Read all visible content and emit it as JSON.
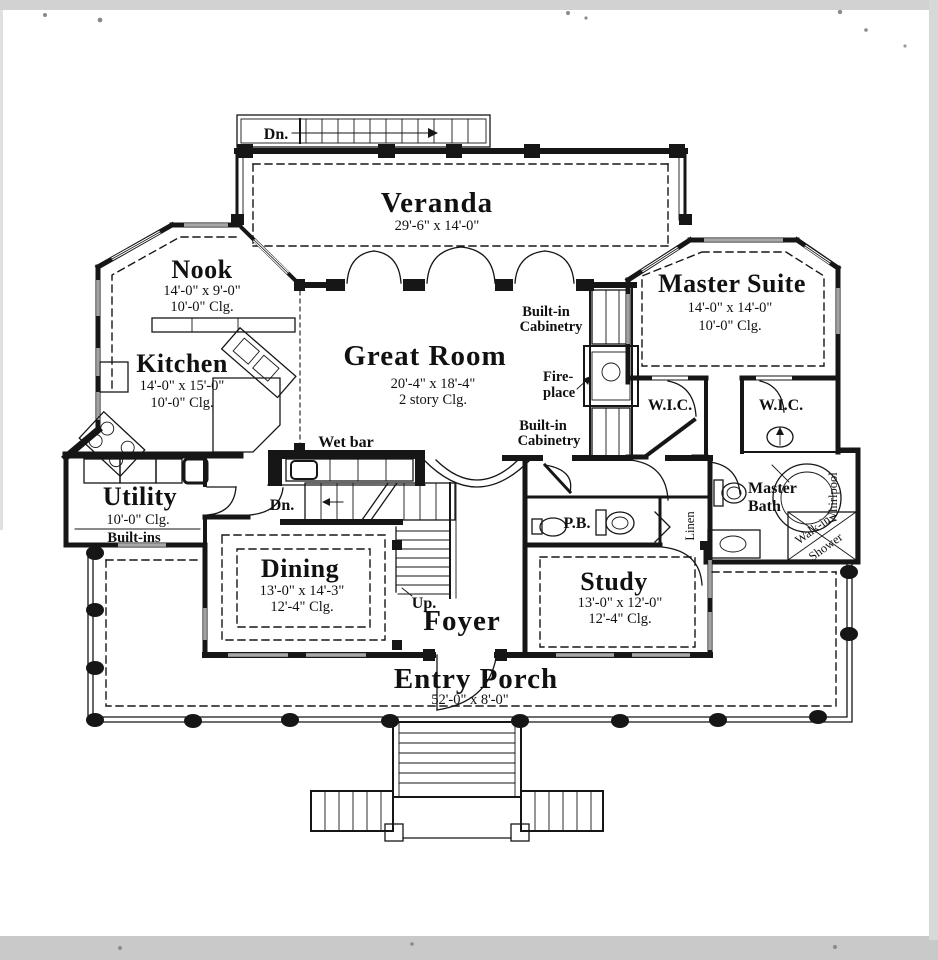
{
  "rooms": {
    "veranda": {
      "name": "Veranda",
      "dims": "29'-6\" x 14'-0\""
    },
    "nook": {
      "name": "Nook",
      "dims": "14'-0\" x 9'-0\"",
      "ceiling": "10'-0\" Clg."
    },
    "kitchen": {
      "name": "Kitchen",
      "dims": "14'-0\" x 15'-0\"",
      "ceiling": "10'-0\" Clg."
    },
    "great_room": {
      "name": "Great Room",
      "dims": "20'-4\" x 18'-4\"",
      "ceiling": "2 story Clg."
    },
    "master_suite": {
      "name": "Master Suite",
      "dims": "14'-0\" x 14'-0\"",
      "ceiling": "10'-0\" Clg."
    },
    "utility": {
      "name": "Utility",
      "ceiling": "10'-0\" Clg.",
      "note": "Built-ins"
    },
    "dining": {
      "name": "Dining",
      "dims": "13'-0\" x 14'-3\"",
      "ceiling": "12'-4\" Clg."
    },
    "study": {
      "name": "Study",
      "dims": "13'-0\" x 12'-0\"",
      "ceiling": "12'-4\" Clg."
    },
    "foyer": {
      "name": "Foyer"
    },
    "entry_porch": {
      "name": "Entry Porch",
      "dims": "52'-0\" x 8'-0\""
    },
    "master_bath": {
      "line1": "Master",
      "line2": "Bath"
    },
    "powder_bath": {
      "name": "P.B."
    }
  },
  "closets": {
    "wic_left": "W.I.C.",
    "wic_right": "W.I.C.",
    "linen": "Linen"
  },
  "features": {
    "wet_bar": "Wet bar",
    "builtin_cabinetry_upper": [
      "Built-in",
      "Cabinetry"
    ],
    "builtin_cabinetry_lower": [
      "Built-in",
      "Cabinetry"
    ],
    "fireplace": [
      "Fire-",
      "place"
    ],
    "whirlpool": "Whirlpool",
    "walkin_shower": [
      "Walk-in",
      "Shower"
    ]
  },
  "stairs": {
    "veranda_down": "Dn.",
    "hall_down": "Dn.",
    "foyer_up": "Up."
  },
  "colors": {
    "ink": "#161616",
    "paper": "#ffffff",
    "scan_edge": "#c9c9c9"
  }
}
